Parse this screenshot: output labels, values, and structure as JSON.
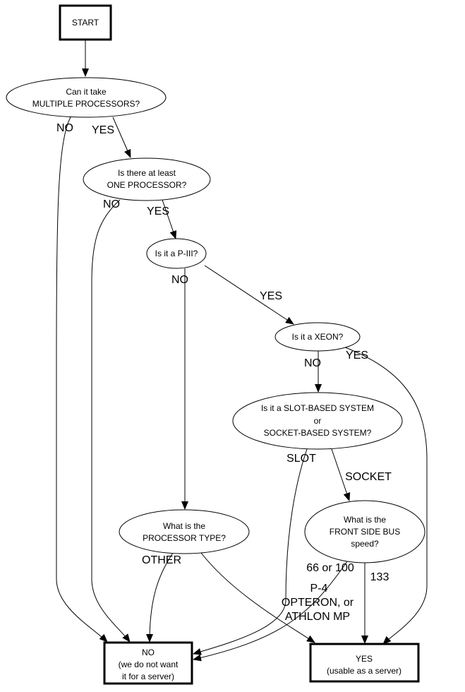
{
  "nodes": {
    "start": [
      "START"
    ],
    "multi": [
      "Can it take",
      "MULTIPLE PROCESSORS?"
    ],
    "one": [
      "Is there at least",
      "ONE PROCESSOR?"
    ],
    "p3": [
      "Is it a P-III?"
    ],
    "xeon": [
      "Is it a XEON?"
    ],
    "slot": [
      "Is it a SLOT-BASED SYSTEM",
      "or",
      "SOCKET-BASED SYSTEM?"
    ],
    "ptype": [
      "What is the",
      "PROCESSOR TYPE?"
    ],
    "fsb": [
      "What is the",
      "FRONT SIDE BUS",
      "speed?"
    ],
    "no": [
      "NO",
      "(we do not want",
      "it for a server)"
    ],
    "yes": [
      "YES",
      "(usable as a server)"
    ]
  },
  "edge_labels": {
    "multi_no": "NO",
    "multi_yes": "YES",
    "one_no": "NO",
    "one_yes": "YES",
    "p3_no": "NO",
    "p3_yes": "YES",
    "xeon_no": "NO",
    "xeon_yes": "YES",
    "slot_slot": "SLOT",
    "slot_socket": "SOCKET",
    "ptype_other": "OTHER",
    "ptype_p4": [
      "P-4",
      "OPTERON, or",
      "ATHLON MP"
    ],
    "fsb_low": "66 or 100",
    "fsb_133": "133"
  }
}
